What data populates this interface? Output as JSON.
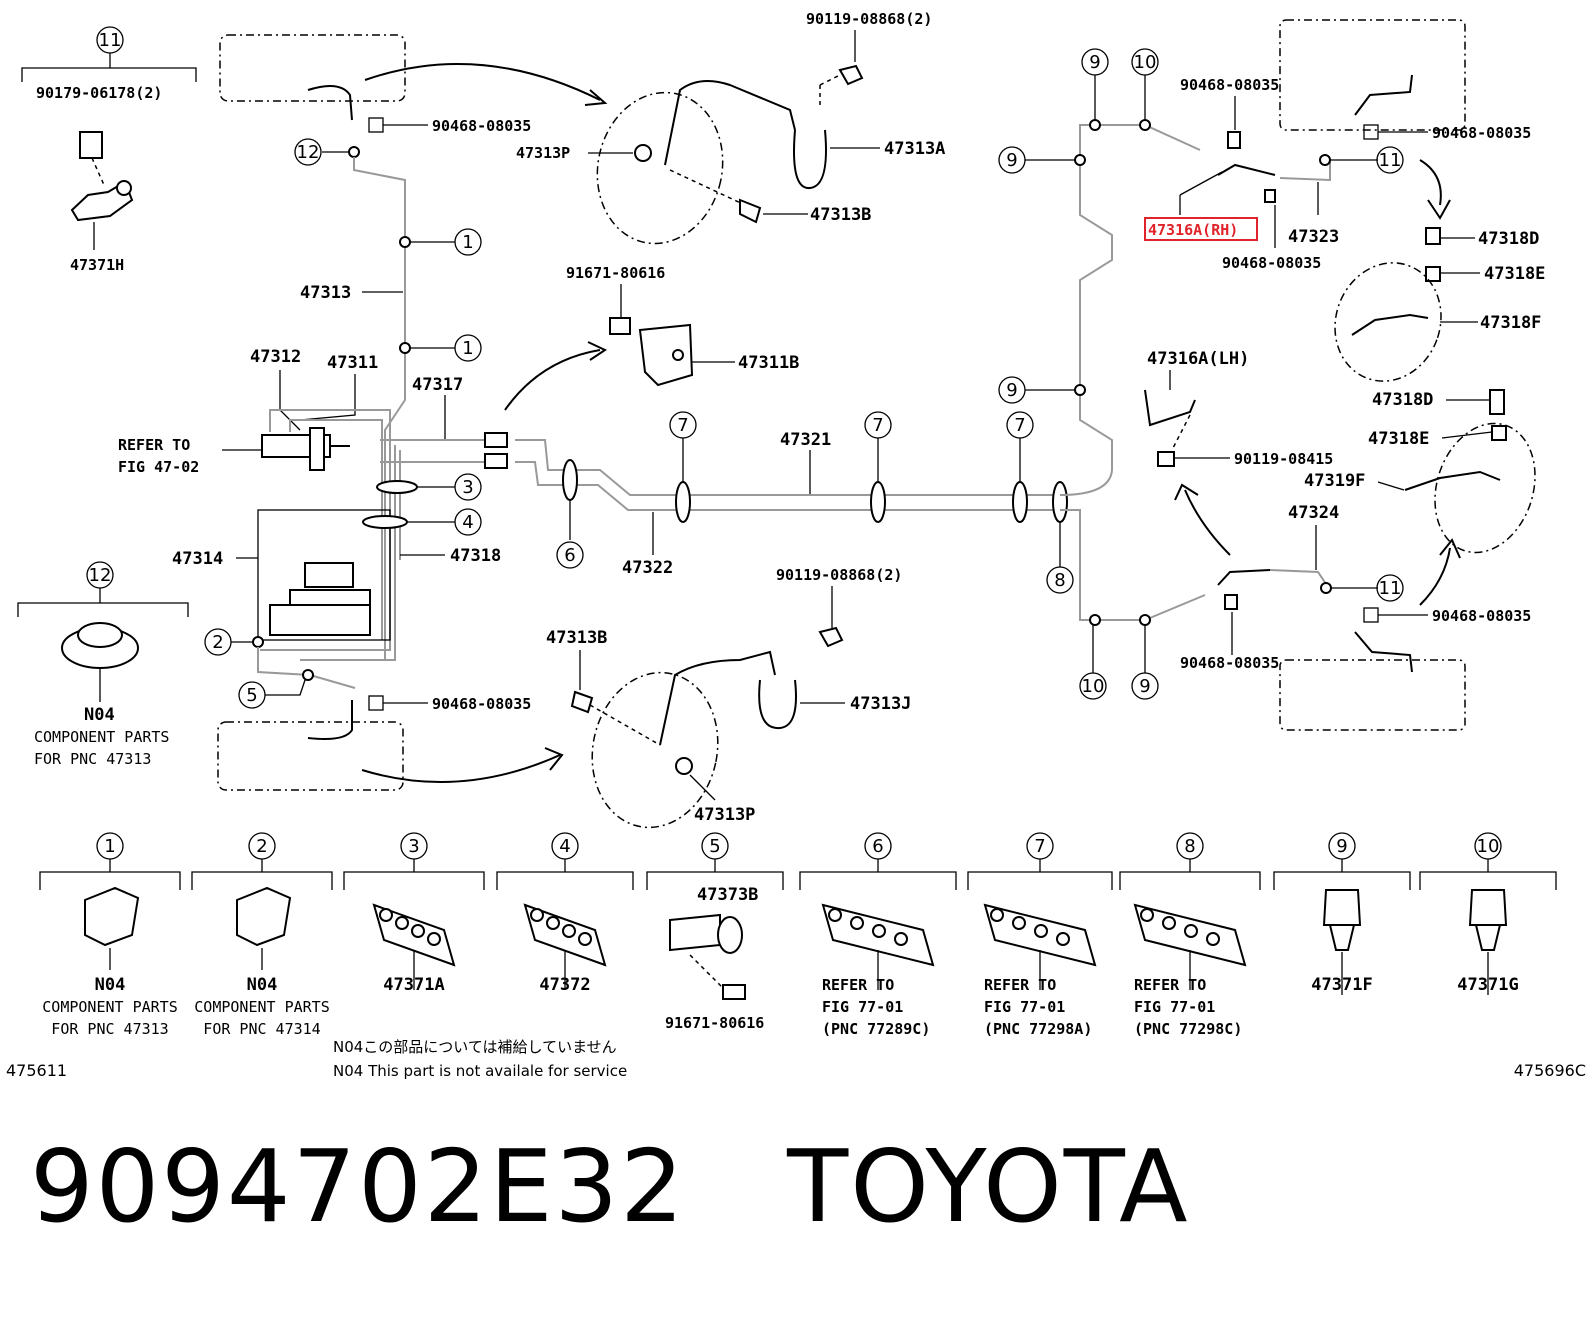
{
  "diagram": {
    "callout_numbers": [
      "1",
      "2",
      "3",
      "4",
      "5",
      "6",
      "7",
      "8",
      "9",
      "10",
      "11",
      "12"
    ],
    "labels": {
      "p90119_08868_top": "90119-08868(2)",
      "p90179_06178": "90179-06178(2)",
      "p47371H": "47371H",
      "p90468_08035_a": "90468-08035",
      "p47313P_top": "47313P",
      "p47313A": "47313A",
      "p47313B_top": "47313B",
      "p47313": "47313",
      "p91671_80616_top": "91671-80616",
      "p47311B": "47311B",
      "p47312": "47312",
      "p47311": "47311",
      "p47317": "47317",
      "refer_fig_47_02_a": "REFER TO",
      "refer_fig_47_02_b": "FIG 47-02",
      "p47321": "47321",
      "p47314": "47314",
      "p47318": "47318",
      "p47322": "47322",
      "p90119_08868_bot": "90119-08868(2)",
      "p47313B_bot": "47313B",
      "p47313J": "47313J",
      "p90468_08035_b": "90468-08035",
      "p47313P_bot": "47313P",
      "n04_12": "N04",
      "comp_parts_12a": "COMPONENT PARTS",
      "comp_parts_12b": "FOR PNC 47313",
      "p90468_08035_c": "90468-08035",
      "p90468_08035_d": "90468-08035",
      "p47316A_RH": "47316A(RH)",
      "p47323": "47323",
      "p90468_08035_e": "90468-08035",
      "p47318D_top": "47318D",
      "p47318E_top": "47318E",
      "p47318F": "47318F",
      "p47316A_LH": "47316A(LH)",
      "p90119_08415": "90119-08415",
      "p47318D_mid": "47318D",
      "p47318E_mid": "47318E",
      "p47319F": "47319F",
      "p47324": "47324",
      "p90468_08035_f": "90468-08035",
      "p90468_08035_g": "90468-08035"
    },
    "legend": [
      {
        "num": "1",
        "line1": "N04",
        "line2": "COMPONENT PARTS",
        "line3": "FOR PNC 47313"
      },
      {
        "num": "2",
        "line1": "N04",
        "line2": "COMPONENT PARTS",
        "line3": "FOR PNC 47314"
      },
      {
        "num": "3",
        "line1": "47371A",
        "line2": "",
        "line3": ""
      },
      {
        "num": "4",
        "line1": "47372",
        "line2": "",
        "line3": ""
      },
      {
        "num": "5",
        "line1": "47373B",
        "line2": "91671-80616",
        "line3": ""
      },
      {
        "num": "6",
        "line1": "REFER TO",
        "line2": "FIG 77-01",
        "line3": "(PNC 77289C)"
      },
      {
        "num": "7",
        "line1": "REFER TO",
        "line2": "FIG 77-01",
        "line3": "(PNC 77298A)"
      },
      {
        "num": "8",
        "line1": "REFER TO",
        "line2": "FIG 77-01",
        "line3": "(PNC 77298C)"
      },
      {
        "num": "9",
        "line1": "47371F",
        "line2": "",
        "line3": ""
      },
      {
        "num": "10",
        "line1": "47371G",
        "line2": "",
        "line3": ""
      }
    ],
    "note_jp": "N04この部品については補給していません",
    "note_en": "N04 This part is not availale for service",
    "id_left": "475611",
    "id_right": "475696C",
    "highlight_color": "#e0242a"
  },
  "footer": {
    "title": "9094702E32   TOYOTA"
  }
}
